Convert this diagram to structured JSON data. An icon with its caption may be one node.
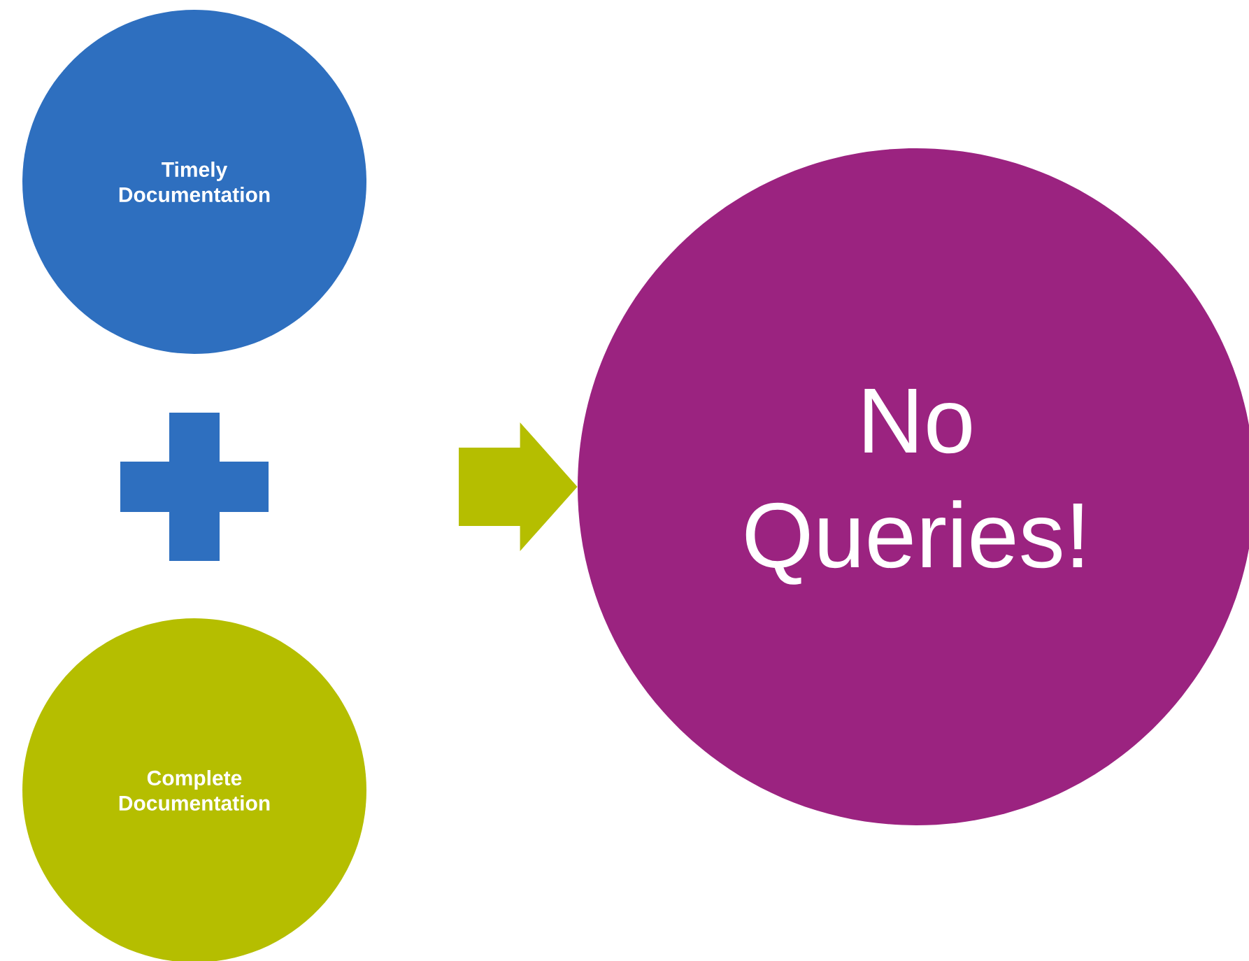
{
  "diagram": {
    "nodes": [
      {
        "text": [
          "Timely Documentation"
        ]
      },
      {
        "text": [
          "Complete Documentation"
        ]
      },
      {
        "text": [
          "No Queries!"
        ]
      }
    ],
    "edges": [
      {
        "from": null,
        "to": 2,
        "arrow": "to"
      }
    ]
  }
}
